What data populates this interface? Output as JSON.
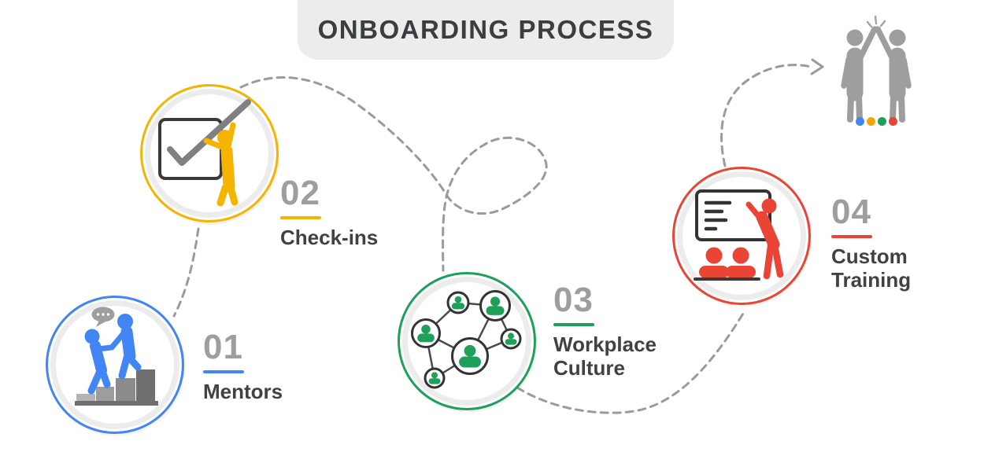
{
  "title": "ONBOARDING PROCESS",
  "banner": {
    "background": "#ececec",
    "text_color": "#3b3e40"
  },
  "steps": [
    {
      "number": "01",
      "label": "Mentors",
      "color": "#4285f4",
      "icon": "mentor-helping-climb-icon"
    },
    {
      "number": "02",
      "label": "Check-ins",
      "color": "#f4b400",
      "icon": "person-checkmark-icon"
    },
    {
      "number": "03",
      "label": "Workplace Culture",
      "color": "#1fa05a",
      "icon": "people-network-icon"
    },
    {
      "number": "04",
      "label": "Custom Training",
      "color": "#e94435",
      "icon": "presentation-training-icon"
    }
  ],
  "finish": {
    "icon": "high-five-icon",
    "dot_colors": [
      "#4285f4",
      "#f2a600",
      "#1fa05a",
      "#e94435"
    ]
  },
  "connector": {
    "color": "#9b9b9b",
    "style": "dashed"
  },
  "text_colors": {
    "number": "#9e9e9e",
    "label": "#3e4245"
  }
}
